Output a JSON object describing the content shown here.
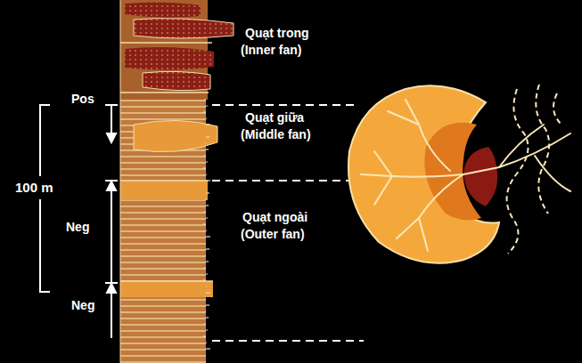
{
  "diagram": {
    "labels": [
      "100 m",
      "Pos",
      "Neg",
      "Neg",
      "Quạt trong",
      "(Inner fan)",
      "Quạt giữa",
      "(Middle fan)",
      "Quạt ngoài",
      "(Outer fan)"
    ]
  }
}
